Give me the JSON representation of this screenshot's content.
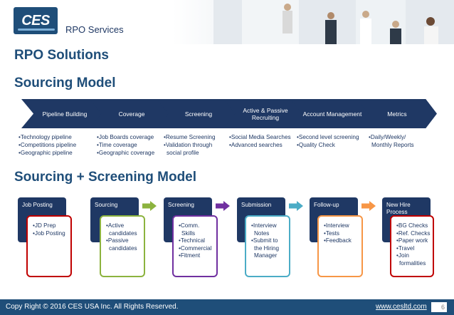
{
  "header": {
    "logo_text": "CES",
    "title": "RPO Services"
  },
  "headings": {
    "main": "RPO Solutions",
    "sourcing_model": "Sourcing Model",
    "sourcing_screening_model": "Sourcing + Screening Model"
  },
  "sourcing_model": {
    "stages": [
      {
        "label": "Pipeline Building",
        "items": [
          "•Technology pipeline",
          "•Competitions pipeline",
          "•Geographic pipeline"
        ]
      },
      {
        "label": "Coverage",
        "items": [
          "•Job Boards coverage",
          "•Time coverage",
          "•Geographic coverage"
        ]
      },
      {
        "label": "Screening",
        "items": [
          "•Resume Screening",
          "•Validation through",
          "social profile"
        ]
      },
      {
        "label": "Active & Passive Recruiting",
        "items": [
          "•Social Media Searches",
          "•Advanced searches"
        ]
      },
      {
        "label": "Account Management",
        "items": [
          "•Second level screening",
          "•Quality Check"
        ]
      },
      {
        "label": "Metrics",
        "items": [
          "•Daily/Weekly/",
          "Monthly Reports"
        ]
      }
    ]
  },
  "screening_model": {
    "steps": [
      {
        "label": "Job Posting",
        "items": [
          "•JD Prep",
          "•Job Posting"
        ],
        "color": "#c00000"
      },
      {
        "label": "Sourcing",
        "items": [
          "•Active",
          "candidates",
          "•Passive",
          "candidates"
        ],
        "color": "#8cb33e"
      },
      {
        "label": "Screening",
        "items": [
          "•Comm.",
          "Skills",
          "•Technical",
          "•Commercial",
          "•Fitment"
        ],
        "color": "#7030a0"
      },
      {
        "label": "Submission",
        "items": [
          "•Interview",
          "Notes",
          "•Submit to",
          "the Hiring",
          "Manager"
        ],
        "color": "#4bacc6"
      },
      {
        "label": "Follow-up",
        "items": [
          "•Interview",
          "•Tests",
          "•Feedback"
        ],
        "color": "#f79646"
      },
      {
        "label": "New Hire Process",
        "items": [
          "•BG Checks",
          "•Ref. Checks",
          "•Paper work",
          "•Travel",
          "•Join",
          "formalities"
        ],
        "color": "#c00000"
      }
    ],
    "arrow_colors": [
      "#8cb33e",
      "#7030a0",
      "#4bacc6",
      "#f79646",
      "#f79646"
    ]
  },
  "footer": {
    "copyright": "Copy Right © 2016 CES USA Inc. All Rights Reserved.",
    "link": "www.cesltd.com",
    "page_number": "6"
  },
  "colors": {
    "navy": "#1f3864",
    "brand_blue": "#1f4e79"
  }
}
